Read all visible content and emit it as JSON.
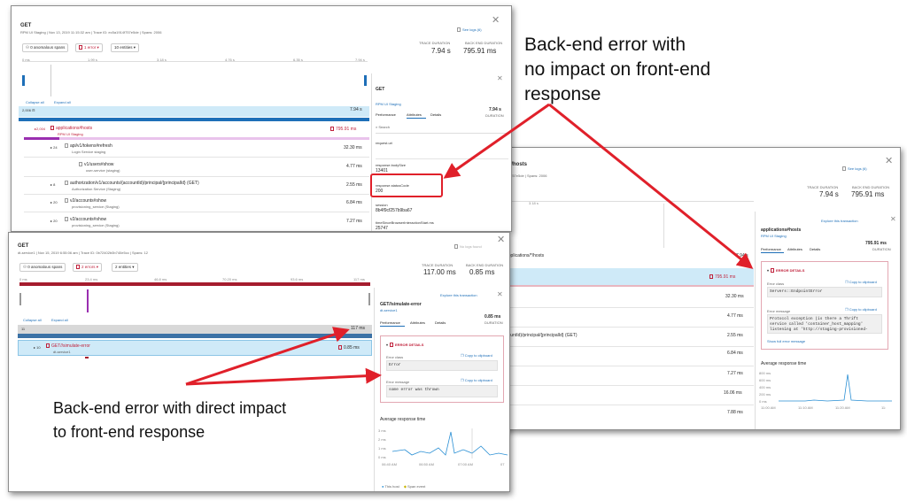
{
  "win1": {
    "title": "GET",
    "app": "RPM UI Staging",
    "date": "Nov 13, 2019 11:15:32 am",
    "trace_id": "Trace ID: ec5a1914f757e5de",
    "spans": "Spans: 2006",
    "see_logs": "See logs (6)",
    "anomalous": "0 anomalous spans",
    "errors": "1 error",
    "entities": "10 entities",
    "trace_duration_label": "TRACE DURATION",
    "trace_duration": "7.94 s",
    "backend_duration_label": "BACK END DURATION",
    "backend_duration": "795.91 ms",
    "ticks": [
      "0 ms",
      "1.99 s",
      "3.18 s",
      "4.76 s",
      "6.35 s",
      "7.94 s"
    ],
    "collapse_all": "Collapse all",
    "expand_all": "Expand all",
    "root_count": "2,006",
    "root_duration": "7.94 s",
    "rows": [
      {
        "count": "2,004",
        "name": "applications#hosts",
        "sub": "RPM UI Staging",
        "dur": "795.91 ms"
      },
      {
        "count": "24",
        "name": "api/v1/tokens#refresh",
        "sub": "Login Service staging",
        "dur": "32.30 ms"
      },
      {
        "count": "",
        "name": "v1/users#show",
        "sub": "user-service (staging)",
        "dur": "4.77 ms"
      },
      {
        "count": "8",
        "name": "authorization/v1/accounts/{accountId}/principal/{principalId} (GET)",
        "sub": "Authorization Service (Staging)",
        "dur": "2.55 ms"
      },
      {
        "count": "20",
        "name": "v2/accounts#show",
        "sub": "provisioning_service (Staging)",
        "dur": "6.84 ms"
      },
      {
        "count": "20",
        "name": "v2/accounts#show",
        "sub": "provisioning_service (Staging)",
        "dur": "7.27 ms"
      }
    ],
    "panel": {
      "title": "GET",
      "app": "RPM UI Staging",
      "duration": "7.94 s",
      "duration_label": "DURATION",
      "tabs": [
        "Performance",
        "Attributes",
        "Details"
      ],
      "search_placeholder": "Search",
      "attrs": [
        {
          "key": "request.uri",
          "value": ""
        },
        {
          "key": "response.bodySize",
          "value": "13401"
        },
        {
          "key": "response.statusCode",
          "value": "200"
        },
        {
          "key": "session",
          "value": "8b4f9cf257b9ba67"
        },
        {
          "key": "timeSinceBrowserInteractionStart.ms",
          "value": "25747"
        }
      ]
    }
  },
  "win2": {
    "title": "*/hosts",
    "trace_frag": "f757e5de",
    "spans": "Spans: 2006",
    "see_logs": "See logs (6)",
    "trace_duration_label": "TRACE DURATION",
    "trace_duration": "7.94 s",
    "backend_duration_label": "BACK END DURATION",
    "backend_duration": "795.91 ms",
    "tick": "3.18 s",
    "row_partial": "applications/*/hosts",
    "root_duration": "7.94 s",
    "durations": [
      "795.91 ms",
      "32.30 ms",
      "4.77 ms",
      "2.55 ms",
      "6.84 ms",
      "7.27 ms",
      "16.06 ms",
      "7.88 ms"
    ],
    "row_path": "countId}/principal/{principalId} (GET)",
    "panel": {
      "explore": "Explore this transaction",
      "title": "applications#hosts",
      "app": "RPM UI Staging",
      "duration": "795.91 ms",
      "duration_label": "DURATION",
      "tabs": [
        "Performance",
        "Attributes",
        "Details"
      ],
      "error_details": "ERROR DETAILS",
      "error_class_label": "Error class",
      "copy": "Copy to clipboard",
      "error_class": "Servers::EndpointError",
      "error_message_label": "Error message",
      "error_message": "Protocol exception (is there a Thrift\nservice called 'container_host_mapping'\nlistening at 'http://staging-provisioned-",
      "show_full": "Show full error message",
      "avg_title": "Average response time",
      "y_ticks": [
        "800 ms",
        "600 ms",
        "400 ms",
        "200 ms",
        "0 ms"
      ],
      "x_ticks": [
        "11:00 AM",
        "11:10 AM",
        "11:20 AM",
        "11:"
      ]
    }
  },
  "win3": {
    "title": "GET",
    "service": "dt-service1",
    "date": "Nov 15, 2019 6:55:06 am",
    "trace_id": "Trace ID: 0b72402b0b740e5cc",
    "spans": "Spans: 12",
    "no_logs": "No logs found",
    "anomalous": "0 anomalous spans",
    "errors": "2 errors",
    "entities": "2 entities",
    "trace_duration_label": "TRACE DURATION",
    "trace_duration": "117.00 ms",
    "backend_duration_label": "BACK END DURATION",
    "backend_duration": "0.85 ms",
    "ticks": [
      "0 ms",
      "23.4 ms",
      "46.8 ms",
      "70.20 ms",
      "93.6 ms",
      "117 ms"
    ],
    "collapse_all": "Collapse all",
    "expand_all": "Expand all",
    "root_count": "11",
    "root_duration": "117 ms",
    "row": {
      "count": "10",
      "name": "GET//simulate-error",
      "sub": "dt-service1",
      "dur": "0.85 ms"
    },
    "panel": {
      "explore": "Explore this transaction",
      "title": "GET//simulate-error",
      "service": "dt-service1",
      "duration": "0.85 ms",
      "duration_label": "DURATION",
      "tabs": [
        "Performance",
        "Attributes",
        "Details"
      ],
      "error_details": "ERROR DETAILS",
      "error_class_label": "Error class",
      "copy": "Copy to clipboard",
      "error_class": "Error",
      "error_message_label": "Error message",
      "error_message": "some error was thrown",
      "avg_title": "Average response time",
      "y_ticks": [
        "3 ms",
        "2 ms",
        "1 ms",
        "0 ms"
      ],
      "x_ticks": [
        "06:40 AM",
        "06:50 AM",
        "07:00 AM",
        "07"
      ],
      "legend_host": "This host",
      "legend_span": "Span event"
    }
  },
  "annotations": {
    "top": [
      "Back-end error with",
      "no impact on front-end",
      "response"
    ],
    "bottom": [
      "Back-end error with direct impact",
      "to front-end response"
    ]
  },
  "colors": {
    "arrow": "#e0202a",
    "highlight": "#cfeaf8",
    "error": "#c0213b",
    "bar": "#1e6fb8"
  }
}
